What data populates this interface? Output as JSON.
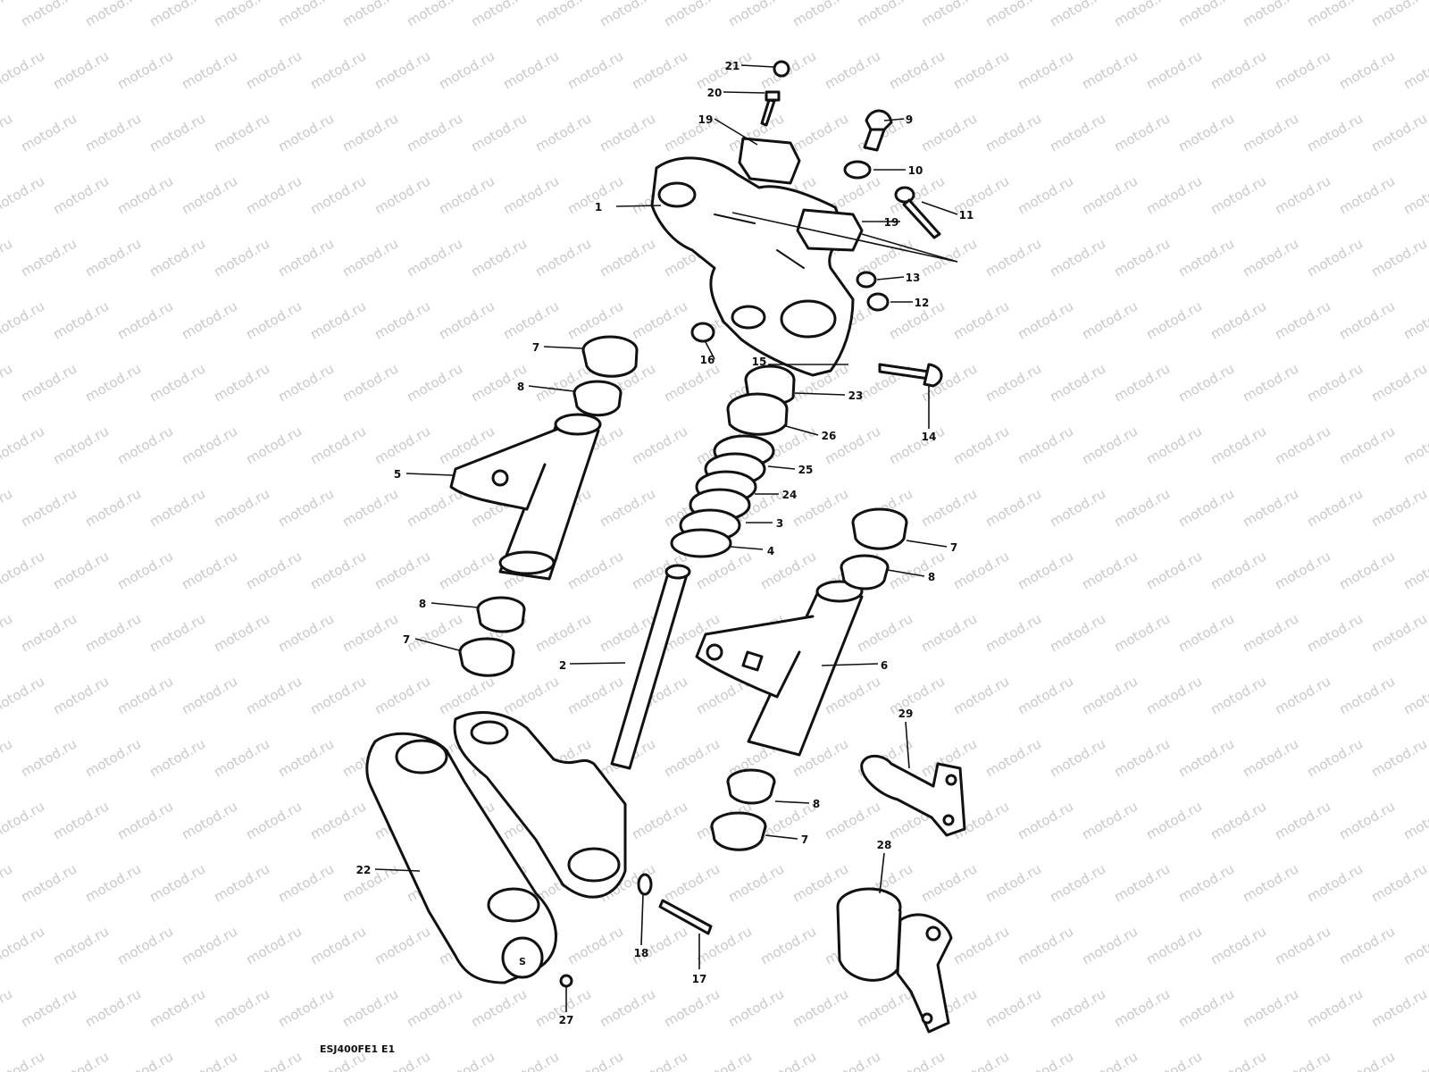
{
  "watermark": "motod.ru",
  "diagram_code": "ESJ400FE1 E1",
  "callouts": {
    "c1": "1",
    "c2": "2",
    "c3": "3",
    "c4": "4",
    "c5": "5",
    "c6": "6",
    "c7a": "7",
    "c7b": "7",
    "c7c": "7",
    "c7d": "7",
    "c8a": "8",
    "c8b": "8",
    "c8c": "8",
    "c8d": "8",
    "c9": "9",
    "c10": "10",
    "c11": "11",
    "c12": "12",
    "c13": "13",
    "c14": "14",
    "c15": "15",
    "c16": "16",
    "c17": "17",
    "c18": "18",
    "c19a": "19",
    "c19b": "19",
    "c20": "20",
    "c21": "21",
    "c22": "22",
    "c23": "23",
    "c24": "24",
    "c25": "25",
    "c26": "26",
    "c27": "27",
    "c28": "28",
    "c29": "29"
  }
}
